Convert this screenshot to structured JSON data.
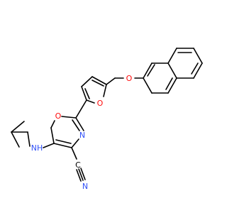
{
  "atoms": {
    "o_ether": {
      "text": "O",
      "color": "#ff0d0d"
    },
    "o_furan": {
      "text": "O",
      "color": "#ff0d0d"
    },
    "o_oxazole": {
      "text": "O",
      "color": "#ff0d0d"
    },
    "n_oxazole": {
      "text": "N",
      "color": "#3050f8"
    },
    "nh": {
      "text": "NH",
      "color": "#3050f8"
    },
    "n_nitrile": {
      "text": "N",
      "color": "#3050f8"
    },
    "c_nitrile": {
      "text": "C",
      "color": "#000000"
    }
  }
}
